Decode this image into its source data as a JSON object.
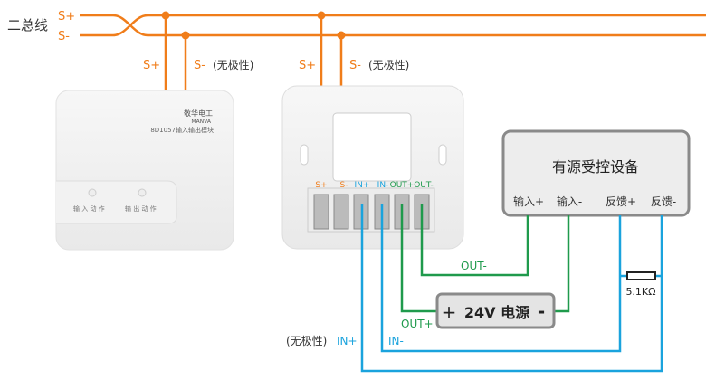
{
  "bus": {
    "title": "二总线",
    "s_plus": "S+",
    "s_minus": "S-"
  },
  "drops": {
    "s_plus": "S+",
    "s_minus": "S-",
    "nonpolar": "(无极性)"
  },
  "module": {
    "brand": "敬华电工",
    "brand_en": "MANVA",
    "model": "8D1057输入输出模块",
    "input_action": "输 入 动 作",
    "output_action": "输 出 动 作"
  },
  "terminals": [
    "S+",
    "S-",
    "IN+",
    "IN-",
    "OUT+",
    "OUT-"
  ],
  "device": {
    "title": "有源受控设备",
    "ports": [
      "输入+",
      "输入-",
      "反馈+",
      "反馈-"
    ]
  },
  "power": {
    "plus": "+",
    "label": "24V 电源",
    "minus": "-"
  },
  "wires": {
    "out_minus": "OUT-",
    "out_plus": "OUT+",
    "in_plus": "IN+",
    "in_minus": "IN-",
    "nonpolar": "(无极性)"
  },
  "resistor": {
    "label": "5.1KΩ"
  },
  "colors": {
    "bus": "#f07d1a",
    "output": "#1f9a4c",
    "input": "#1aa3dd"
  }
}
